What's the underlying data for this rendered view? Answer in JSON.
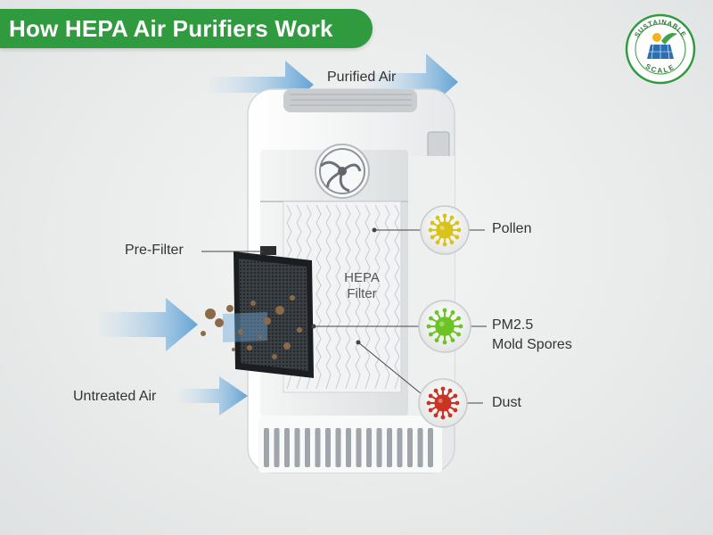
{
  "title": "How HEPA Air Purifiers Work",
  "logo": {
    "top_text": "SUSTAINABLE",
    "bottom_text": "SCALE"
  },
  "labels": {
    "purified_air": "Purified Air",
    "pre_filter": "Pre-Filter",
    "hepa_line1": "HEPA",
    "hepa_line2": "Filter",
    "pollen": "Pollen",
    "pm25": "PM2.5",
    "mold_spores": "Mold Spores",
    "dust": "Dust",
    "untreated_air": "Untreated Air"
  },
  "colors": {
    "title_bg": "#2f9a3e",
    "pollen": "#d8c21c",
    "pm25": "#6cc324",
    "dust": "#c93424",
    "air_arrow": "#6fa9d8"
  }
}
